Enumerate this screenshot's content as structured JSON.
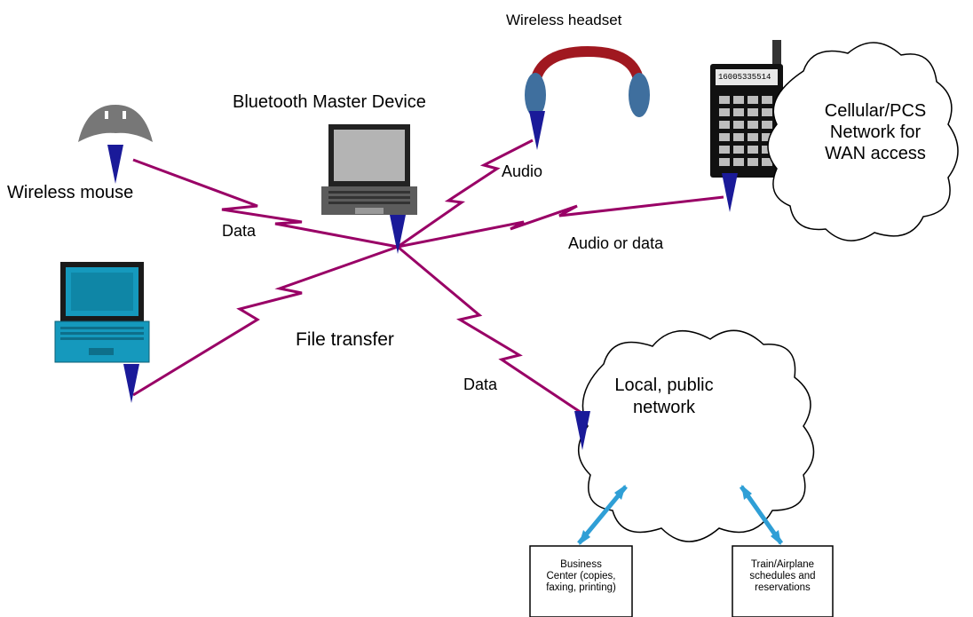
{
  "labels": {
    "wireless_headset": "Wireless headset",
    "master_device": "Bluetooth Master Device",
    "wireless_mouse": "Wireless mouse",
    "data_left": "Data",
    "audio": "Audio",
    "audio_or_data": "Audio or data",
    "file_transfer": "File transfer",
    "data_lower": "Data",
    "phone_number": "16005335514"
  },
  "cellular_cloud": {
    "lines": [
      "Cellular/PCS",
      "Network for",
      "WAN access"
    ]
  },
  "local_cloud": {
    "lines": [
      "Local, public",
      "network"
    ]
  },
  "business_box": {
    "lines": [
      "Business",
      "Center (copies,",
      "faxing, printing)"
    ]
  },
  "train_box": {
    "lines": [
      "Train/Airplane",
      "schedules and",
      "reservations"
    ]
  },
  "colors": {
    "lightning": "#990066",
    "antenna": "#1a1a99",
    "headband": "#a01820",
    "earcup": "#3f6f9e",
    "laptop_blue": "#1599bd",
    "arrow": "#2f9fd6"
  }
}
